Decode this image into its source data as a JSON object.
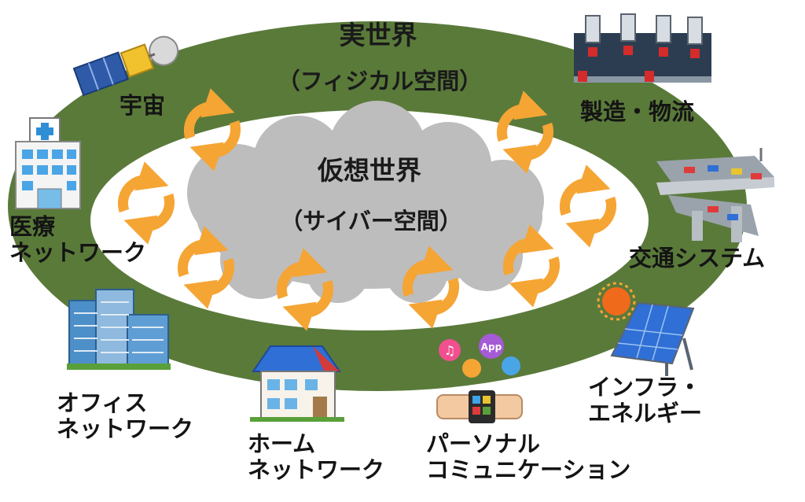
{
  "real_world": {
    "title": "実世界",
    "subtitle": "（フィジカル空間）"
  },
  "virtual_world": {
    "title": "仮想世界",
    "subtitle": "（サイバー空間）"
  },
  "nodes": {
    "space": "宇宙",
    "manufacturing": "製造・物流",
    "medical": [
      "医療",
      "ネットワーク"
    ],
    "transport": "交通システム",
    "office": [
      "オフィス",
      "ネットワーク"
    ],
    "home": [
      "ホーム",
      "ネットワーク"
    ],
    "personal": [
      "パーソナル",
      "コミュニケーション"
    ],
    "infra": [
      "インフラ・",
      "エネルギー"
    ]
  },
  "icons": {
    "space": "satellite-icon",
    "manufacturing": "factory-robot-icon",
    "medical": "hospital-icon",
    "transport": "highway-icon",
    "office": "office-building-icon",
    "home": "house-icon",
    "personal": "smartwatch-icon",
    "infra": "solar-panel-icon",
    "app_badge": "App"
  },
  "colors": {
    "outer_ellipse": "#5a7a3a",
    "inner_ellipse": "#ffffff",
    "cloud": "#bdbdbd",
    "arrow": "#f5a534",
    "text": "#141414"
  }
}
